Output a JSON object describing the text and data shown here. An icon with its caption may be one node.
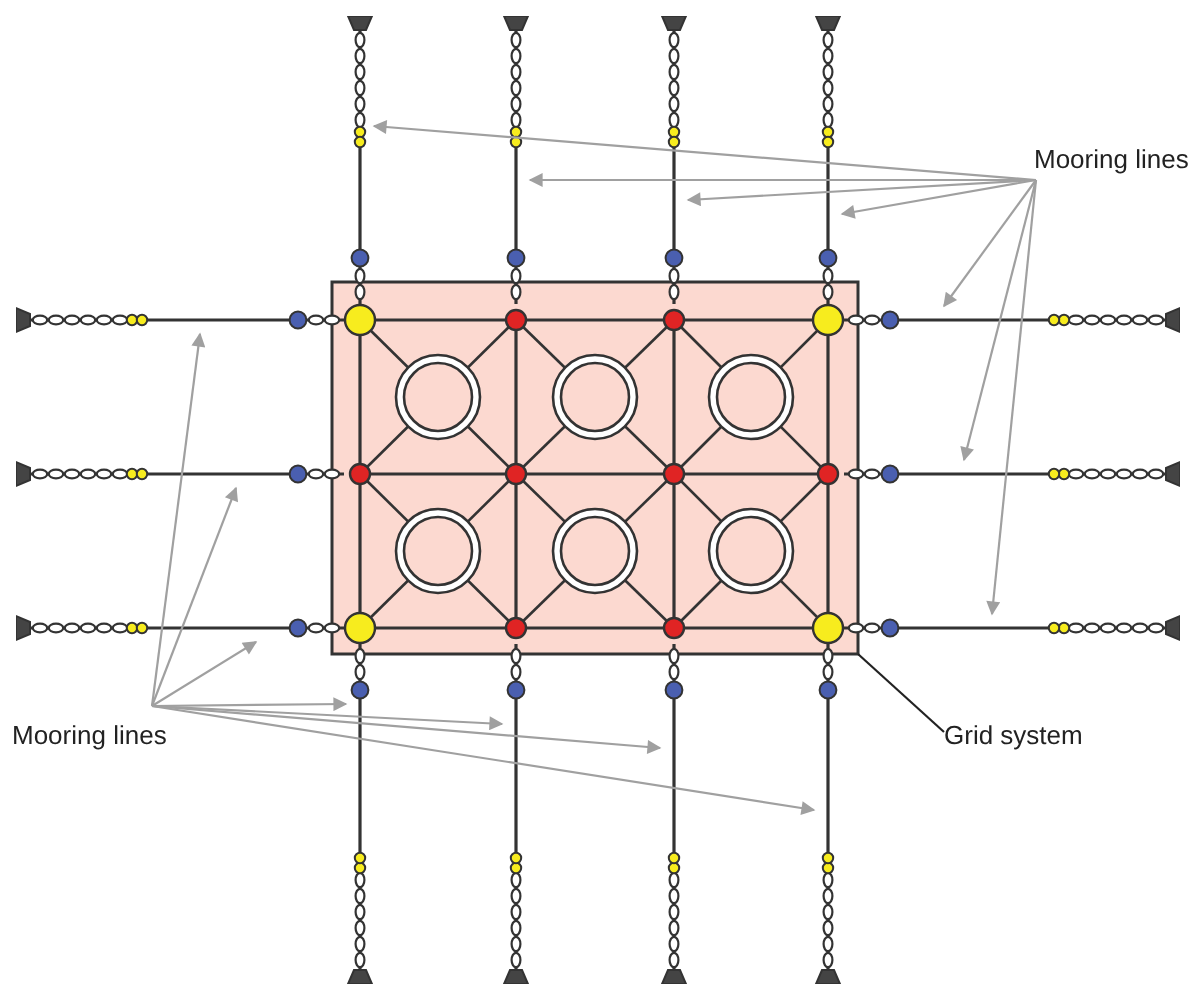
{
  "diagram": {
    "nodes": [
      {
        "text": [
          "Mooring lines"
        ]
      },
      {
        "text": [
          "Mooring lines"
        ]
      },
      {
        "text": [
          "Grid system"
        ]
      },
      {
        "text": [],
        "shape": "box"
      },
      {
        "text": [],
        "shape": "line"
      },
      {
        "text": [],
        "shape": "line"
      },
      {
        "text": [],
        "shape": "line"
      },
      {
        "text": [],
        "shape": "line"
      },
      {
        "text": [],
        "shape": "line"
      },
      {
        "text": [],
        "shape": "line"
      },
      {
        "text": [],
        "shape": "line"
      },
      {
        "text": [],
        "shape": "line"
      },
      {
        "text": [],
        "shape": "line"
      },
      {
        "text": [],
        "shape": "line"
      },
      {
        "text": [],
        "shape": "line"
      },
      {
        "text": [],
        "shape": "line"
      },
      {
        "text": [],
        "shape": "line"
      },
      {
        "text": [],
        "shape": "line"
      }
    ],
    "edges": [
      {
        "from": 0,
        "to": 4,
        "arrow": "to"
      },
      {
        "from": 0,
        "to": 5,
        "arrow": "to"
      },
      {
        "from": 0,
        "to": 6,
        "arrow": "to"
      },
      {
        "from": 0,
        "to": 7,
        "arrow": "to"
      },
      {
        "from": 0,
        "to": 8,
        "arrow": "to"
      },
      {
        "from": 0,
        "to": 9,
        "arrow": "to"
      },
      {
        "from": 0,
        "to": 10,
        "arrow": "to"
      },
      {
        "from": 1,
        "to": 11,
        "arrow": "to"
      },
      {
        "from": 1,
        "to": 12,
        "arrow": "to"
      },
      {
        "from": 1,
        "to": 13,
        "arrow": "to"
      },
      {
        "from": 1,
        "to": 14,
        "arrow": "to"
      },
      {
        "from": 1,
        "to": 15,
        "arrow": "to"
      },
      {
        "from": 1,
        "to": 16,
        "arrow": "to"
      },
      {
        "from": 1,
        "to": 17,
        "arrow": "to"
      },
      {
        "from": 2,
        "to": 3,
        "arrow": "none",
        "color": "#222222"
      }
    ]
  }
}
